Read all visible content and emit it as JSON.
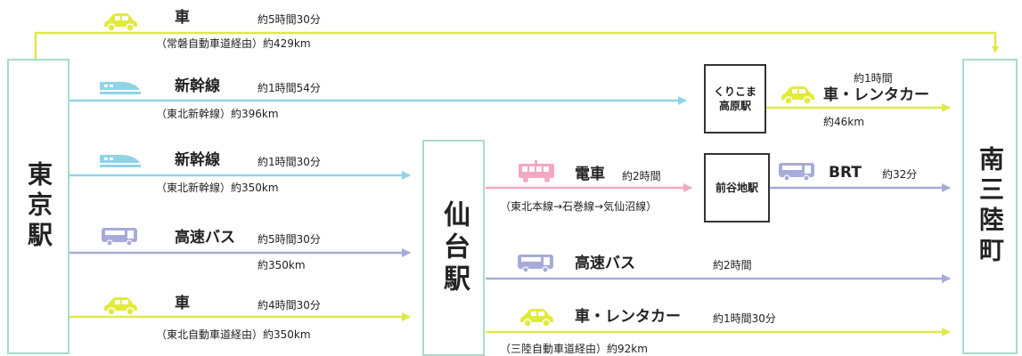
{
  "stations": {
    "tokyo": "東京駅",
    "sendai": "仙台駅",
    "minamisanriku": "南三陸町"
  },
  "transfer_stations": {
    "kurikoma": "くりこま\n高原駅",
    "maeyachi": "前谷地駅"
  },
  "routes": {
    "car_direct": {
      "mode": "車",
      "time": "約5時間30分",
      "detail": "（常磐自動車道経由）約429km",
      "icon": "car-icon"
    },
    "shinkansen_kurikoma": {
      "mode": "新幹線",
      "time": "約1時間54分",
      "detail": "（東北新幹線）約396km",
      "icon": "shinkansen-icon"
    },
    "shinkansen_sendai": {
      "mode": "新幹線",
      "time": "約1時間30分",
      "detail": "（東北新幹線）約350km",
      "icon": "shinkansen-icon"
    },
    "bus_sendai": {
      "mode": "高速バス",
      "time": "約5時間30分",
      "detail": "約350km",
      "icon": "bus-icon"
    },
    "car_sendai": {
      "mode": "車",
      "time": "約4時間30分",
      "detail": "（東北自動車道経由）約350km",
      "icon": "car-icon"
    },
    "rental_kurikoma": {
      "mode": "車・レンタカー",
      "time": "約1時間",
      "detail": "約46km",
      "icon": "car-icon"
    },
    "train_maeyachi": {
      "mode": "電車",
      "time": "約2時間",
      "detail": "（東北本線→石巻線→気仙沼線）",
      "icon": "train-icon"
    },
    "brt": {
      "mode": "BRT",
      "time": "約32分",
      "icon": "bus-icon"
    },
    "bus_sendai_msr": {
      "mode": "高速バス",
      "time": "約2時間",
      "icon": "bus-icon"
    },
    "car_sendai_msr": {
      "mode": "車・レンタカー",
      "time": "約1時間30分",
      "detail": "（三陸自動車道経由）約92km",
      "icon": "car-icon"
    }
  },
  "colors": {
    "station_border": "#a8dcc8",
    "car": "#dfe84a",
    "shinkansen": "#8fd3e6",
    "bus": "#a7abd9",
    "train": "#f2a7c3"
  }
}
